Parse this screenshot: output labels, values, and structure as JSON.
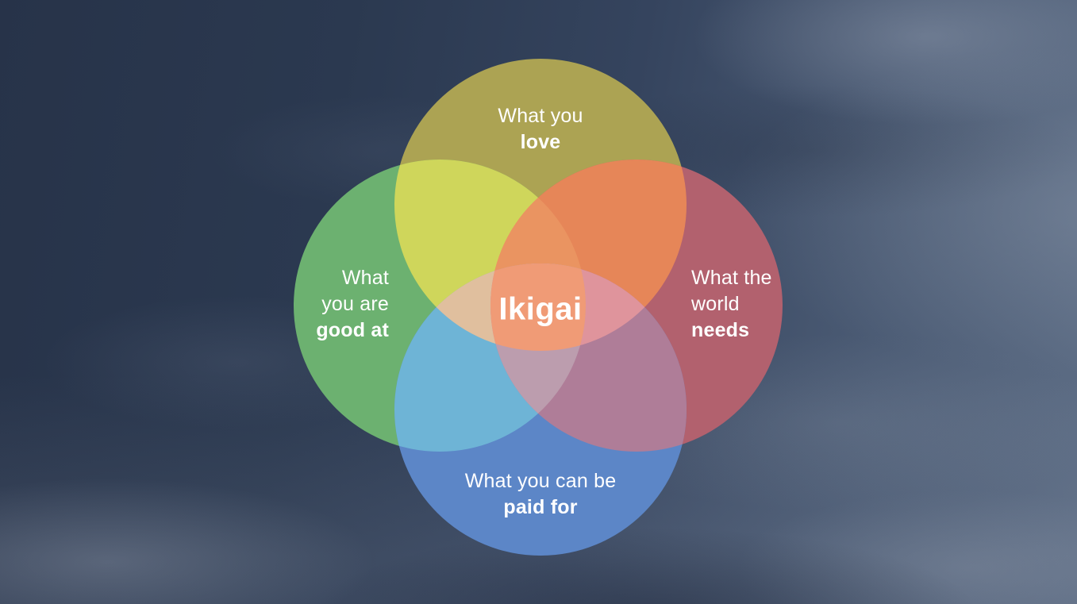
{
  "diagram": {
    "type": "venn-4-circle",
    "title": "Ikigai",
    "center_label": "Ikigai",
    "text_color": "#ffffff",
    "background_sky": {
      "dark_corner": "#273349",
      "light_corner": "#5d6d85"
    },
    "circles": [
      {
        "id": "love",
        "position": "top",
        "color": "#aca353",
        "lines": [
          "What you",
          "love"
        ]
      },
      {
        "id": "good_at",
        "position": "left",
        "color": "#6cb170",
        "lines": [
          "What",
          "you are",
          "good at"
        ]
      },
      {
        "id": "needs",
        "position": "right",
        "color": "#b2616e",
        "lines": [
          "What the",
          "world",
          "needs"
        ]
      },
      {
        "id": "paid_for",
        "position": "bottom",
        "color": "#5c86c7",
        "lines": [
          "What you can be",
          "paid for"
        ]
      }
    ],
    "overlap_colors": {
      "love_good_at": "#cfd65b",
      "love_needs": "#e68658",
      "good_at_paid_for": "#6eb4d6",
      "needs_paid_for": "#af7d98",
      "love_good_at_needs": "#ea9461",
      "love_good_at_paid_for": "#e0bf9e",
      "love_needs_paid_for": "#df949c",
      "good_at_needs_paid_for": "#bc9dae",
      "center_all": "#f09b76"
    }
  }
}
